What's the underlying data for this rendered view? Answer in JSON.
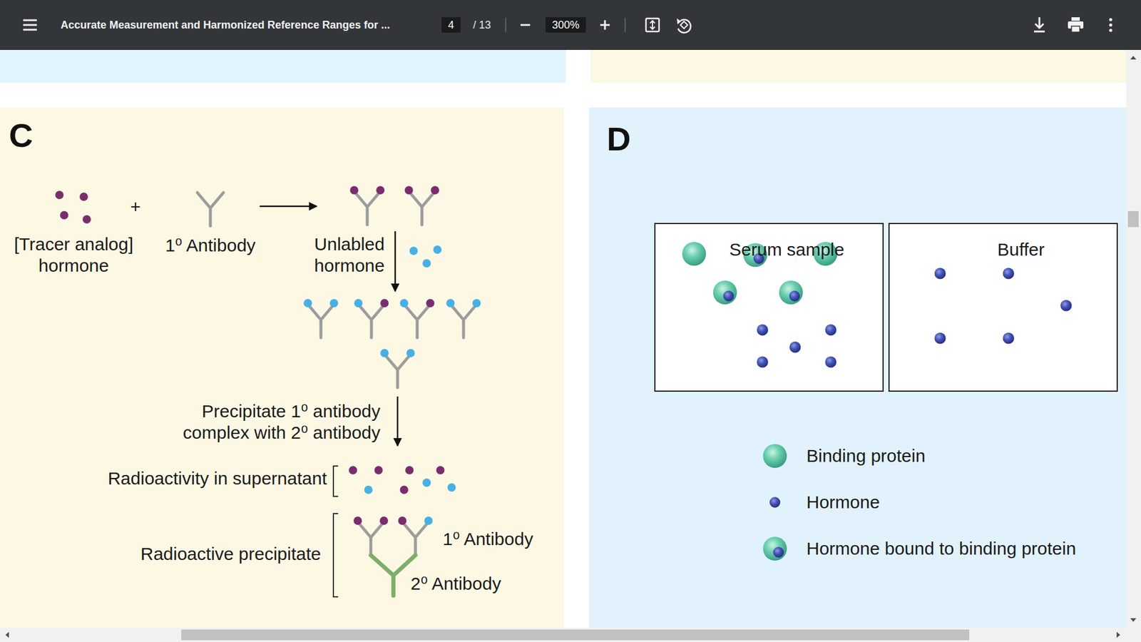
{
  "diagram": {
    "nodes": [
      {
        "text": [
          "C"
        ]
      },
      {
        "text": [
          "D"
        ]
      },
      {
        "text": [
          "Serum sample"
        ],
        "in": 1
      },
      {
        "text": [
          "Buffer"
        ],
        "in": 1
      }
    ],
    "labels": [
      "Accurate Measurement and Harmonized Reference Ranges for ...",
      "4",
      "/ 13",
      "300%",
      "[Tracer analog] hormone",
      "+",
      "1⁰ Antibody",
      "Unlabled hormone",
      "Precipitate 1⁰ antibody complex with 2⁰ antibody",
      "Radioactivity in supernatant",
      "Radioactive precipitate",
      "1⁰ Antibody",
      "2⁰ Antibody"
    ],
    "legend": [
      {
        "text": "Binding protein"
      },
      {
        "text": "Hormone"
      },
      {
        "text": "Hormone bound to binding protein"
      }
    ]
  }
}
